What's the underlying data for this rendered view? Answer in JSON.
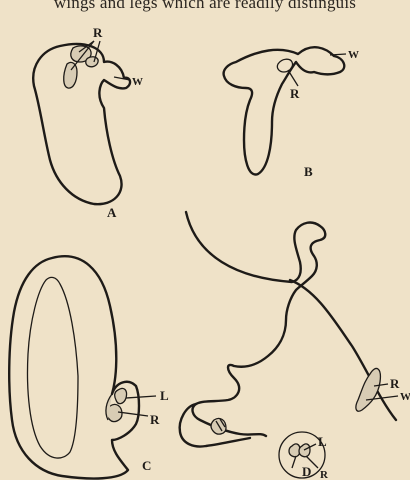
{
  "header_text": "wings and legs which are readily distinguis",
  "panels": [
    {
      "id": "A",
      "label": "A",
      "labels": [
        "R",
        "W"
      ]
    },
    {
      "id": "B",
      "label": "B",
      "labels": [
        "R",
        "W"
      ]
    },
    {
      "id": "C",
      "label": "C",
      "labels": [
        "L",
        "R"
      ]
    },
    {
      "id": "D",
      "label": "D",
      "labels": [
        "R",
        "W",
        "L",
        "R"
      ]
    }
  ]
}
